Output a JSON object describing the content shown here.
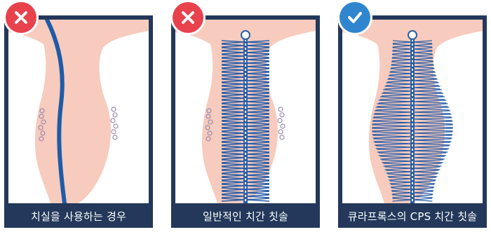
{
  "panels": [
    {
      "caption": "치실을 사용하는 경우",
      "verdict": "incorrect",
      "badge_icon": "x-icon",
      "badge_color": "#e8424d"
    },
    {
      "caption": "일반적인 치간 칫솔",
      "verdict": "incorrect",
      "badge_icon": "x-icon",
      "badge_color": "#e8424d"
    },
    {
      "caption": "큐라프록스의 CPS 치간 칫솔",
      "verdict": "correct",
      "badge_icon": "check-icon",
      "badge_color": "#2f86cf"
    }
  ],
  "colors": {
    "panel_frame": "#23385a",
    "gum": "#f7cbbd",
    "tooth_background": "#ffffff",
    "plaque_outline": "#9a8ab0",
    "brush_blue": "#2a5ea8",
    "floss_blue": "#1f5ca8"
  }
}
